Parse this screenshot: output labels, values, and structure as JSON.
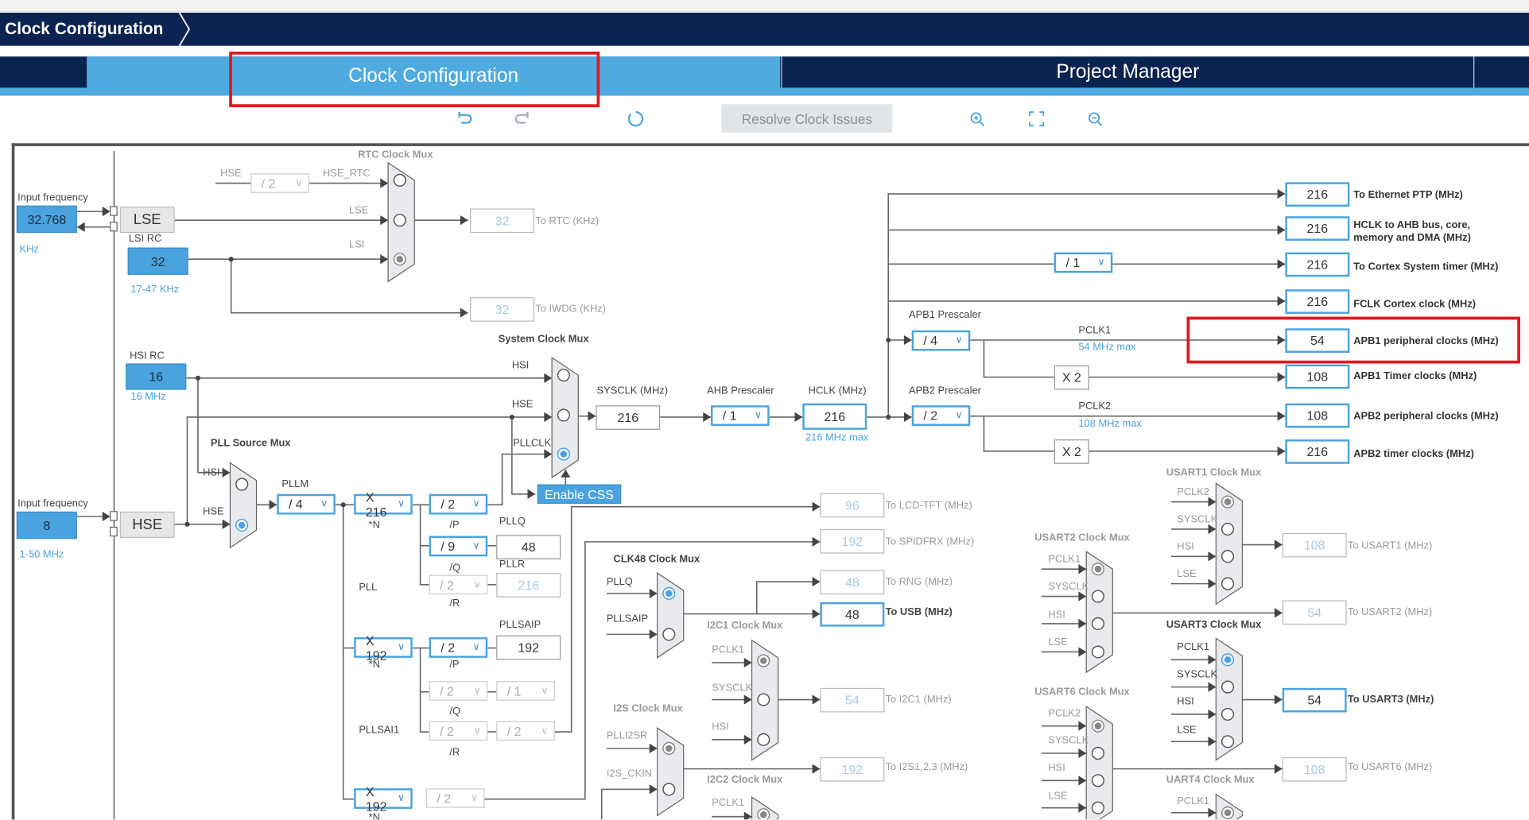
{
  "header": {
    "breadcrumb": "Clock Configuration"
  },
  "tabs": [
    {
      "label": "Clock Configuration",
      "active": true
    },
    {
      "label": "Project Manager",
      "active": false
    }
  ],
  "toolbar": {
    "resolve_label": "Resolve Clock Issues",
    "icons": [
      "undo-icon",
      "redo-icon",
      "refresh-icon",
      "zoom-in-icon",
      "fit-screen-icon",
      "zoom-out-icon"
    ]
  },
  "colors": {
    "accent": "#4aa3df",
    "nav": "#0b2350",
    "highlight": "#e3161f"
  },
  "values": {
    "lse_input": "32.768",
    "lse": "LSE",
    "lsi_rc": "32",
    "hsi_rc": "16",
    "hse_input": "8",
    "hse": "HSE",
    "rtc_div": "/ 2",
    "to_rtc": "32",
    "to_iwdg": "32",
    "pllm": "/ 4",
    "plln": "X 216",
    "pllp": "/ 2",
    "pllq_div": "/ 9",
    "pllq": "48",
    "pllr_div": "/ 2",
    "pllr": "216",
    "pllsai_n": "X 192",
    "pllsai_p": "/ 2",
    "pllsaip": "192",
    "pllsai_q": "/ 2",
    "pllsai_q2": "/ 1",
    "pllsai_r": "/ 2",
    "pllsai_r2": "/ 2",
    "plli2s_n": "X 192",
    "plli2s_p": "/ 2",
    "sysclk": "216",
    "ahb": "/ 1",
    "hclk": "216",
    "apb1": "/ 4",
    "apb2": "/ 2",
    "systick_div": "/ 1",
    "x2_apb1": "X 2",
    "x2_apb2": "X 2",
    "eth": "216",
    "hclk_ahb": "216",
    "cortex_timer": "216",
    "fclk": "216",
    "apb1_periph": "54",
    "apb1_timer": "108",
    "apb2_periph": "108",
    "apb2_timer": "216",
    "lcd": "96",
    "spdifrx": "192",
    "rng": "48",
    "usb": "48",
    "i2c1": "54",
    "i2s": "192",
    "usart1": "108",
    "usart2": "54",
    "usart3": "54",
    "usart6": "108",
    "enable_css": "Enable CSS"
  },
  "labels": {
    "rtc_mux": "RTC Clock Mux",
    "rtc_hse": "HSE",
    "hse_rtc": "HSE_RTC",
    "rtc_lse": "LSE",
    "rtc_lsi": "LSI",
    "input_freq1": "Input frequency",
    "khz": "KHz",
    "lsi_rc": "LSI RC",
    "lsi_range": "17-47 KHz",
    "to_rtc": "To RTC (KHz)",
    "to_iwdg": "To IWDG (KHz)",
    "sys_mux": "System Clock Mux",
    "sys_hsi": "HSI",
    "sys_hse": "HSE",
    "sys_pllclk": "PLLCLK",
    "hsi_rc": "HSI RC",
    "hsi_freq": "16 MHz",
    "sysclk": "SYSCLK (MHz)",
    "ahb": "AHB Prescaler",
    "hclk": "HCLK (MHz)",
    "hclk_max": "216 MHz max",
    "apb1": "APB1 Prescaler",
    "apb2": "APB2 Prescaler",
    "pclk1": "PCLK1",
    "pclk1_max": "54 MHz max",
    "pclk2": "PCLK2",
    "pclk2_max": "108 MHz max",
    "eth": "To Ethernet PTP (MHz)",
    "hclk_ahb1": "HCLK to AHB bus, core,",
    "hclk_ahb2": "memory and DMA (MHz)",
    "cortex_timer": "To Cortex System timer (MHz)",
    "fclk": "FCLK Cortex clock (MHz)",
    "apb1_periph": "APB1 peripheral clocks (MHz)",
    "apb1_timer": "APB1 Timer clocks (MHz)",
    "apb2_periph": "APB2 peripheral clocks (MHz)",
    "apb2_timer": "APB2 timer clocks (MHz)",
    "pll_src_mux": "PLL Source Mux",
    "pll_hsi": "HSI",
    "pll_hse": "HSE",
    "pllm": "PLLM",
    "input_freq2": "Input frequency",
    "hse_range": "1-50 MHz",
    "n1": "*N",
    "p1": "/P",
    "pllq": "PLLQ",
    "q1": "/Q",
    "pllr": "PLLR",
    "pll": "PLL",
    "r1": "/R",
    "pllsaip": "PLLSAIP",
    "n2": "*N",
    "p2": "/P",
    "q2": "/Q",
    "pllsai1": "PLLSAI1",
    "r2": "/R",
    "n3": "*N",
    "lcd": "To LCD-TFT (MHz)",
    "spdifrx": "To SPIDFRX (MHz)",
    "clk48_mux": "CLK48 Clock Mux",
    "clk48_pllq": "PLLQ",
    "clk48_pllsaip": "PLLSAIP",
    "rng": "To RNG (MHz)",
    "usb": "To USB (MHz)",
    "i2c1_mux": "I2C1 Clock Mux",
    "i2c1_pclk1": "PCLK1",
    "i2c1_sysclk": "SYSCLK",
    "i2c1_hsi": "HSI",
    "i2c1": "To I2C1 (MHz)",
    "i2s_mux": "I2S Clock Mux",
    "i2s_plli2sr": "PLLI2SR",
    "i2s_ckin": "I2S_CKIN",
    "i2s": "To I2S1,2,3 (MHz)",
    "i2c2_mux": "I2C2 Clock Mux",
    "i2c2_pclk1": "PCLK1",
    "usart1_mux": "USART1 Clock Mux",
    "u1_pclk2": "PCLK2",
    "u1_sysclk": "SYSCLK",
    "u1_hsi": "HSI",
    "u1_lse": "LSE",
    "usart1": "To USART1 (MHz)",
    "usart2_mux": "USART2 Clock Mux",
    "u2_pclk1": "PCLK1",
    "u2_sysclk": "SYSCLK",
    "u2_hsi": "HSI",
    "u2_lse": "LSE",
    "usart2": "To USART2 (MHz)",
    "usart3_mux": "USART3 Clock Mux",
    "u3_pclk1": "PCLK1",
    "u3_sysclk": "SYSCLK",
    "u3_hsi": "HSI",
    "u3_lse": "LSE",
    "usart3": "To USART3 (MHz)",
    "usart6_mux": "USART6 Clock Mux",
    "u6_pclk2": "PCLK2",
    "u6_sysclk": "SYSCLK",
    "u6_hsi": "HSI",
    "u6_lse": "LSE",
    "usart6": "To USART6 (MHz)",
    "uart4_mux": "UART4 Clock Mux",
    "u4_pclk1": "PCLK1"
  }
}
